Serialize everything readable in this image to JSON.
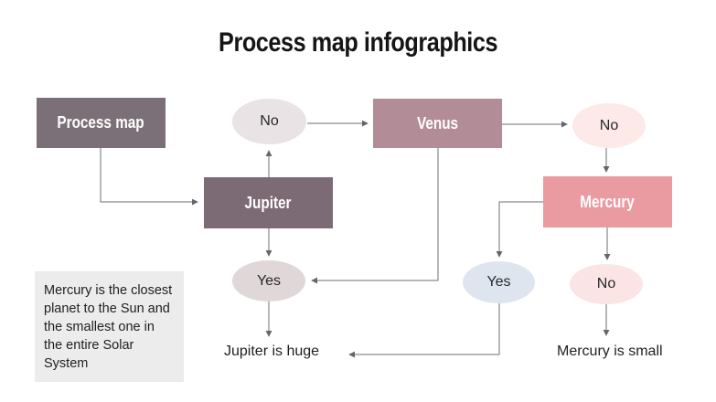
{
  "title": "Process map infographics",
  "background": "#ffffff",
  "arrow_color": "#63666a",
  "nodes": {
    "process_map": {
      "label": "Process map",
      "type": "box",
      "color": "#7b7077",
      "text_color": "#ffffff"
    },
    "venus": {
      "label": "Venus",
      "type": "box",
      "color": "#b28c96",
      "text_color": "#ffffff"
    },
    "jupiter": {
      "label": "Jupiter",
      "type": "box",
      "color": "#7c6a75",
      "text_color": "#ffffff"
    },
    "mercury": {
      "label": "Mercury",
      "type": "box",
      "color": "#ea9ba1",
      "text_color": "#ffffff"
    },
    "no_top": {
      "label": "No",
      "type": "ellipse",
      "color": "#e9e3e5",
      "text_color": "#26282b"
    },
    "no_right": {
      "label": "No",
      "type": "ellipse",
      "color": "#fce9e8",
      "text_color": "#26282b"
    },
    "yes_left": {
      "label": "Yes",
      "type": "ellipse",
      "color": "#e0d7d8",
      "text_color": "#26282b"
    },
    "yes_right": {
      "label": "Yes",
      "type": "ellipse",
      "color": "#dfe5ef",
      "text_color": "#26282b"
    },
    "no_bottom": {
      "label": "No",
      "type": "ellipse",
      "color": "#fbe5e4",
      "text_color": "#26282b"
    }
  },
  "outcomes": {
    "jupiter": "Jupiter is huge",
    "mercury": "Mercury is small"
  },
  "note": "Mercury is the closest planet to the Sun and the smallest one in the entire Solar System",
  "edges": [
    {
      "from": "process_map",
      "to": "jupiter"
    },
    {
      "from": "jupiter",
      "to": "no_top"
    },
    {
      "from": "no_top",
      "to": "venus"
    },
    {
      "from": "venus",
      "to": "no_right"
    },
    {
      "from": "no_right",
      "to": "mercury"
    },
    {
      "from": "venus",
      "to": "yes_left"
    },
    {
      "from": "jupiter",
      "to": "yes_left"
    },
    {
      "from": "mercury",
      "to": "yes_right"
    },
    {
      "from": "mercury",
      "to": "no_bottom"
    },
    {
      "from": "yes_left",
      "to": "outcome_jupiter"
    },
    {
      "from": "yes_right",
      "to": "outcome_jupiter"
    },
    {
      "from": "no_bottom",
      "to": "outcome_mercury"
    }
  ]
}
